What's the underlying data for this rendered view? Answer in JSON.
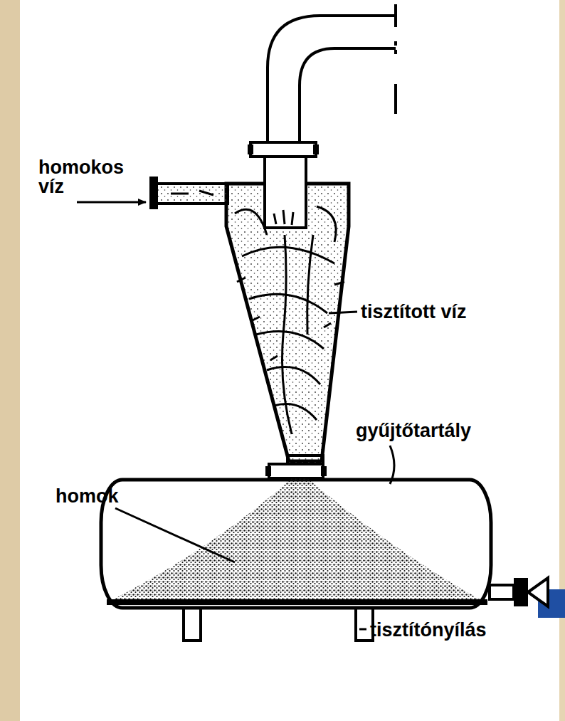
{
  "diagram": {
    "labels": [
      "homokos víz",
      "tisztított víz",
      "gyűjtőtartály",
      "homok",
      "tisztítónyílás"
    ]
  }
}
